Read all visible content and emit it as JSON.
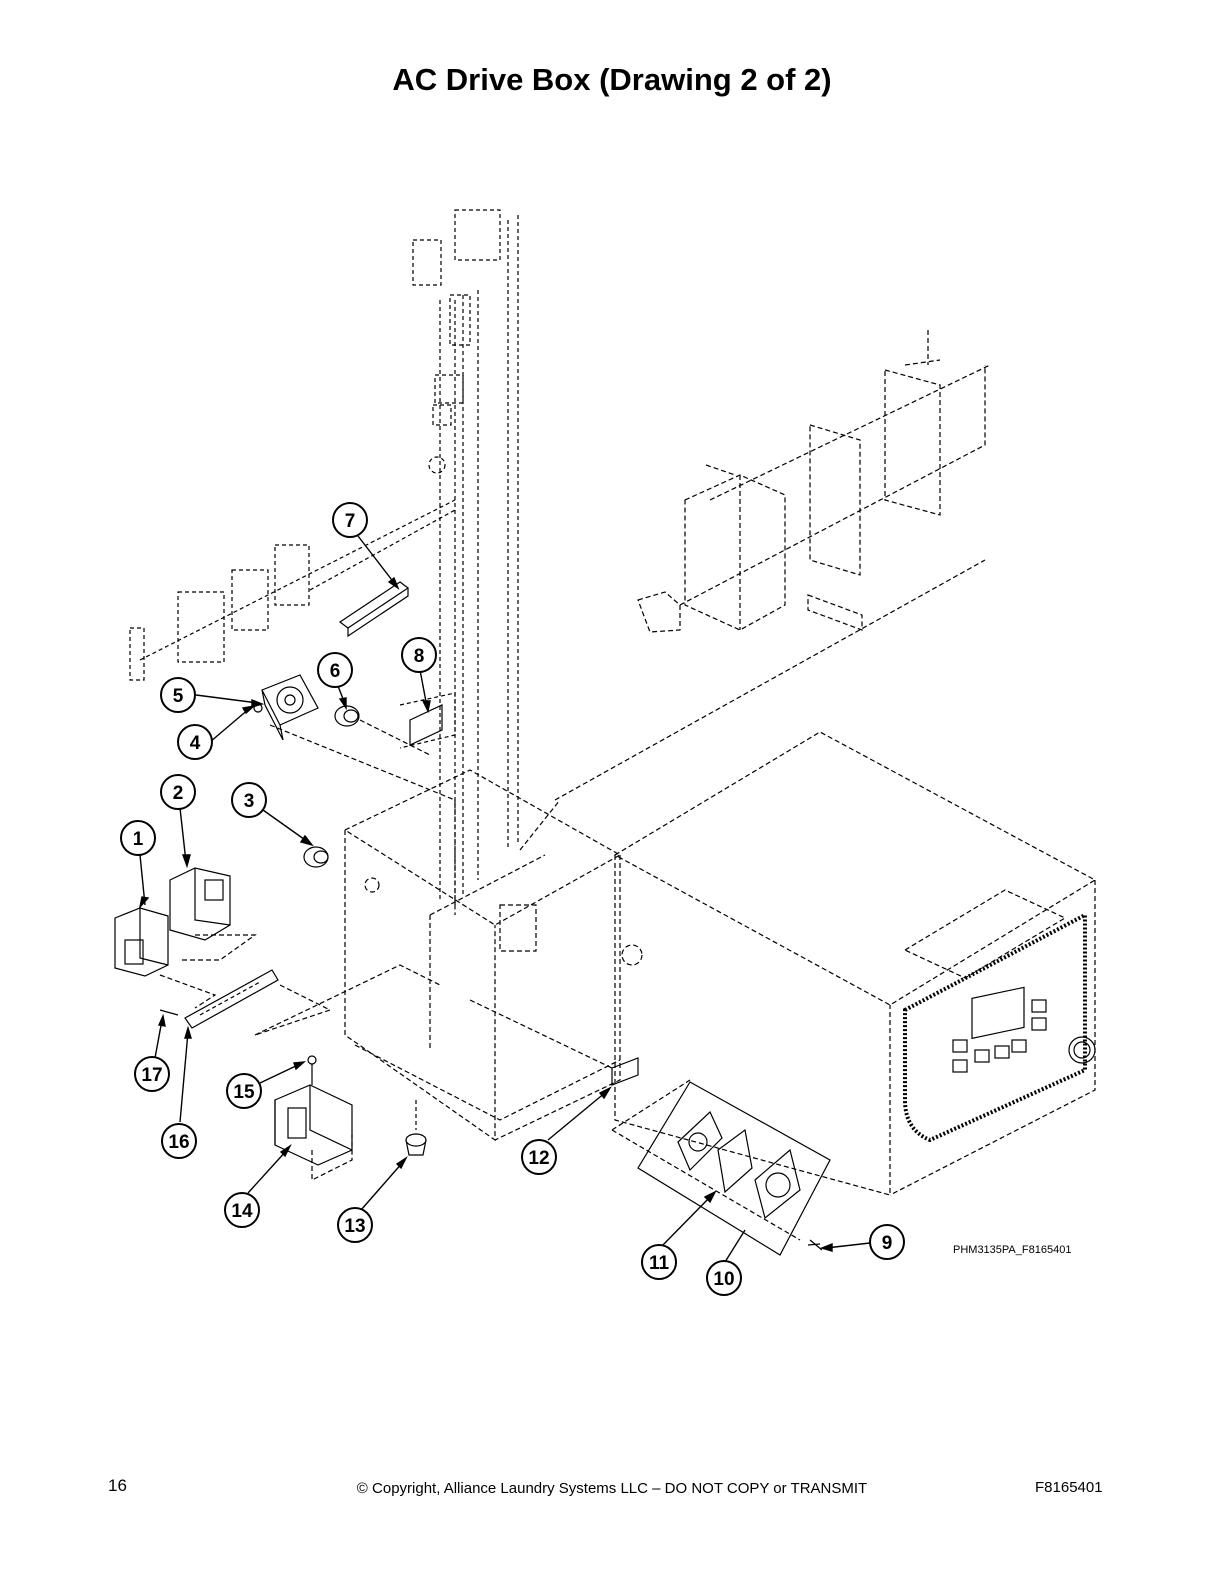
{
  "title": "AC Drive Box (Drawing 2 of 2)",
  "drawing_code": "PHM3135PA_F8165401",
  "callouts": [
    "1",
    "2",
    "3",
    "4",
    "5",
    "6",
    "7",
    "8",
    "9",
    "10",
    "11",
    "12",
    "13",
    "14",
    "15",
    "16",
    "17"
  ],
  "footer": {
    "page_number": "16",
    "copyright": "© Copyright, Alliance Laundry Systems LLC – DO NOT COPY or TRANSMIT",
    "doc_code": "F8165401"
  }
}
